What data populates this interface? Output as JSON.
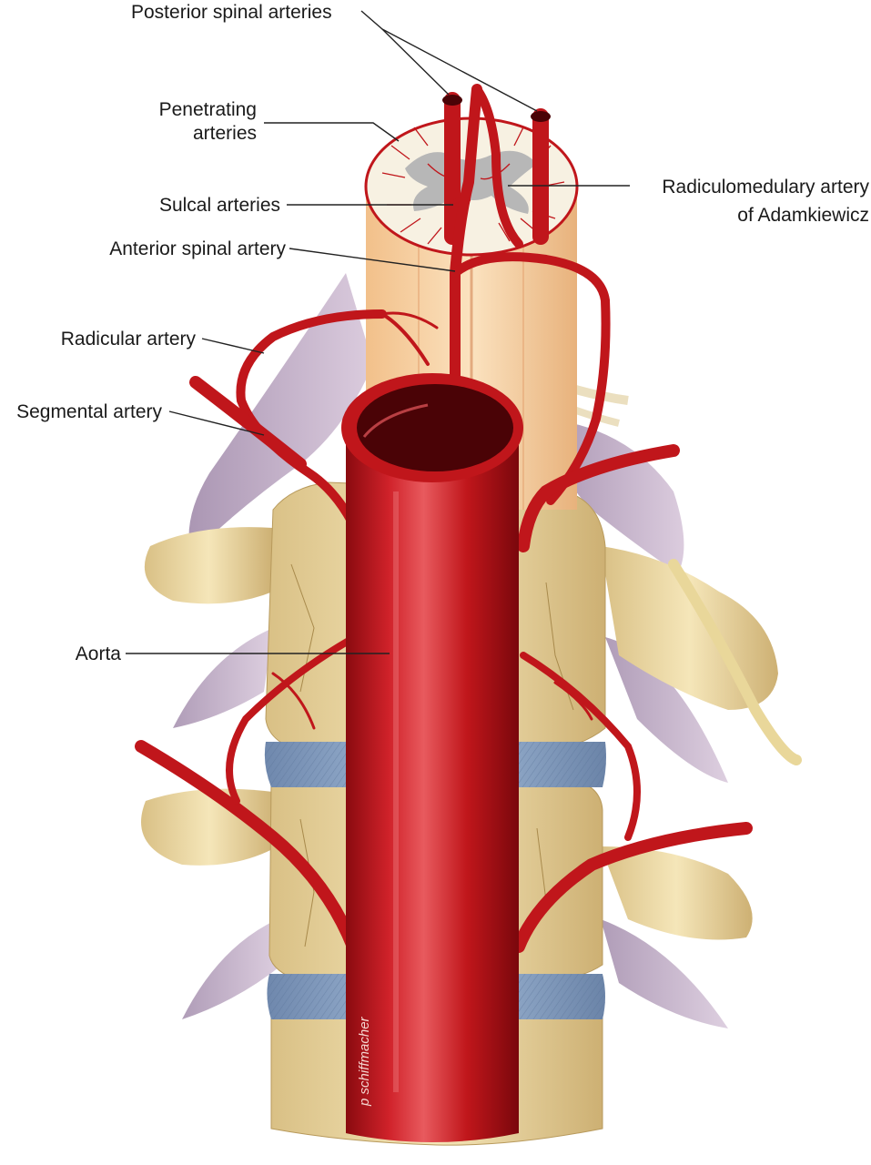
{
  "labels": {
    "posterior_spinal_arteries": "Posterior spinal arteries",
    "penetrating_line1": "Penetrating",
    "penetrating_line2": "arteries",
    "sulcal_arteries": "Sulcal arteries",
    "anterior_spinal_artery": "Anterior spinal artery",
    "radicular_artery": "Radicular artery",
    "segmental_artery": "Segmental artery",
    "aorta": "Aorta",
    "radiculomedullary_line1": "Radiculomedulary artery",
    "radiculomedullary_line2": "of Adamkiewicz"
  },
  "signature": "p schiffmacher",
  "colors": {
    "artery": "#c0161b",
    "artery_dark": "#8e0a10",
    "artery_light": "#e0444a",
    "bone": "#ecd9a3",
    "bone_shadow": "#c9ae70",
    "cord": "#f6d3a5",
    "cord_section": "#f7f1e2",
    "grey_matter": "#b7b7b7",
    "nerve": "#b9a2bf",
    "disc": "#8aa6c8",
    "label_text": "#1a1a1a"
  }
}
